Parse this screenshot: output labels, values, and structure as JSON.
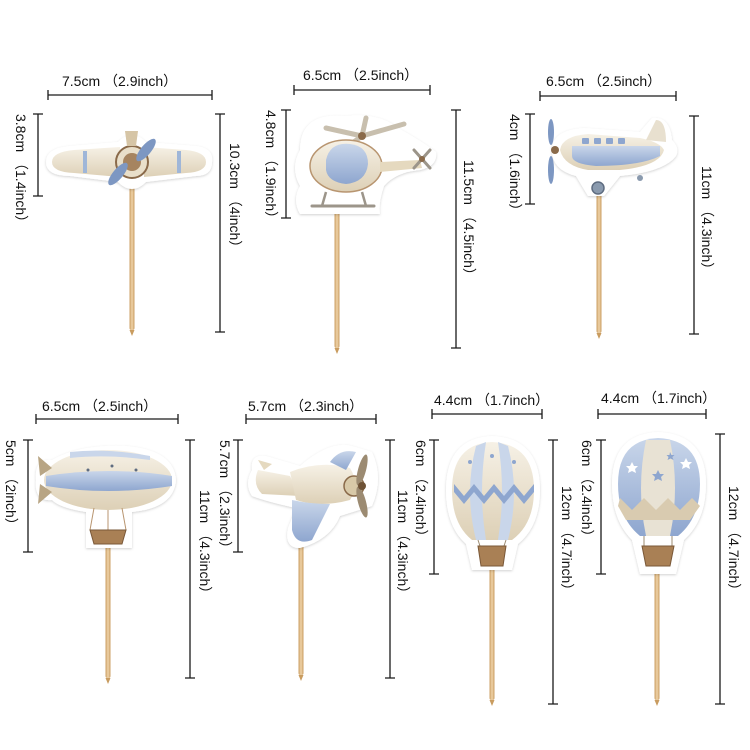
{
  "colors": {
    "line": "#1a1a1a",
    "stick": "#e3c08f",
    "stick_shade": "#c99c60",
    "blue": "#9fb6d8",
    "blue_dark": "#7d97c2",
    "cream": "#efe6d3",
    "tan": "#b89570",
    "brown": "#8a6a4a",
    "outline": "#ffffff"
  },
  "toppers": [
    {
      "name": "plane-propeller",
      "icon": "airplane-icon",
      "width_label": "7.5cm （2.9inch）",
      "height_label": "3.8cm （1.4inch）",
      "total_label": "10.3cm （4inch）"
    },
    {
      "name": "helicopter",
      "icon": "helicopter-icon",
      "width_label": "6.5cm （2.5inch）",
      "height_label": "4.8cm （1.9inch）",
      "total_label": "11.5cm （4.5inch）"
    },
    {
      "name": "plane-side",
      "icon": "airplane-icon",
      "width_label": "6.5cm （2.5inch）",
      "height_label": "4cm （1.6inch）",
      "total_label": "11cm （4.3inch）"
    },
    {
      "name": "airship",
      "icon": "airship-icon",
      "width_label": "6.5cm （2.5inch）",
      "height_label": "5cm （2inch）",
      "total_label": "11cm （4.3inch）"
    },
    {
      "name": "plane-angled",
      "icon": "airplane-icon",
      "width_label": "5.7cm （2.3inch）",
      "height_label": "5.7cm （2.3inch）",
      "total_label": "11cm （4.3inch）"
    },
    {
      "name": "balloon-striped",
      "icon": "hot-air-balloon-icon",
      "width_label": "4.4cm （1.7inch）",
      "height_label": "6cm （2.4inch）",
      "total_label": "12cm （4.7inch）"
    },
    {
      "name": "balloon-stars",
      "icon": "hot-air-balloon-icon",
      "width_label": "4.4cm （1.7inch）",
      "height_label": "6cm （2.4inch）",
      "total_label": "12cm （4.7inch）"
    }
  ]
}
